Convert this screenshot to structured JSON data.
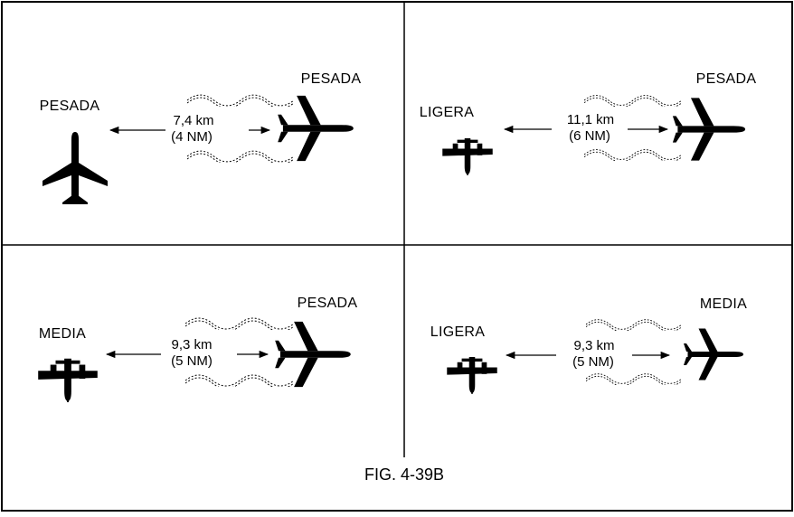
{
  "figure_caption": "FIG. 4-39B",
  "panels": [
    {
      "leader": "PESADA",
      "follower": "PESADA",
      "distance_km": "7,4 km",
      "distance_nm": "(4 NM)"
    },
    {
      "leader": "PESADA",
      "follower": "LIGERA",
      "distance_km": "11,1 km",
      "distance_nm": "(6 NM)"
    },
    {
      "leader": "PESADA",
      "follower": "MEDIA",
      "distance_km": "9,3 km",
      "distance_nm": "(5 NM)"
    },
    {
      "leader": "MEDIA",
      "follower": "LIGERA",
      "distance_km": "9,3 km",
      "distance_nm": "(5 NM)"
    }
  ]
}
